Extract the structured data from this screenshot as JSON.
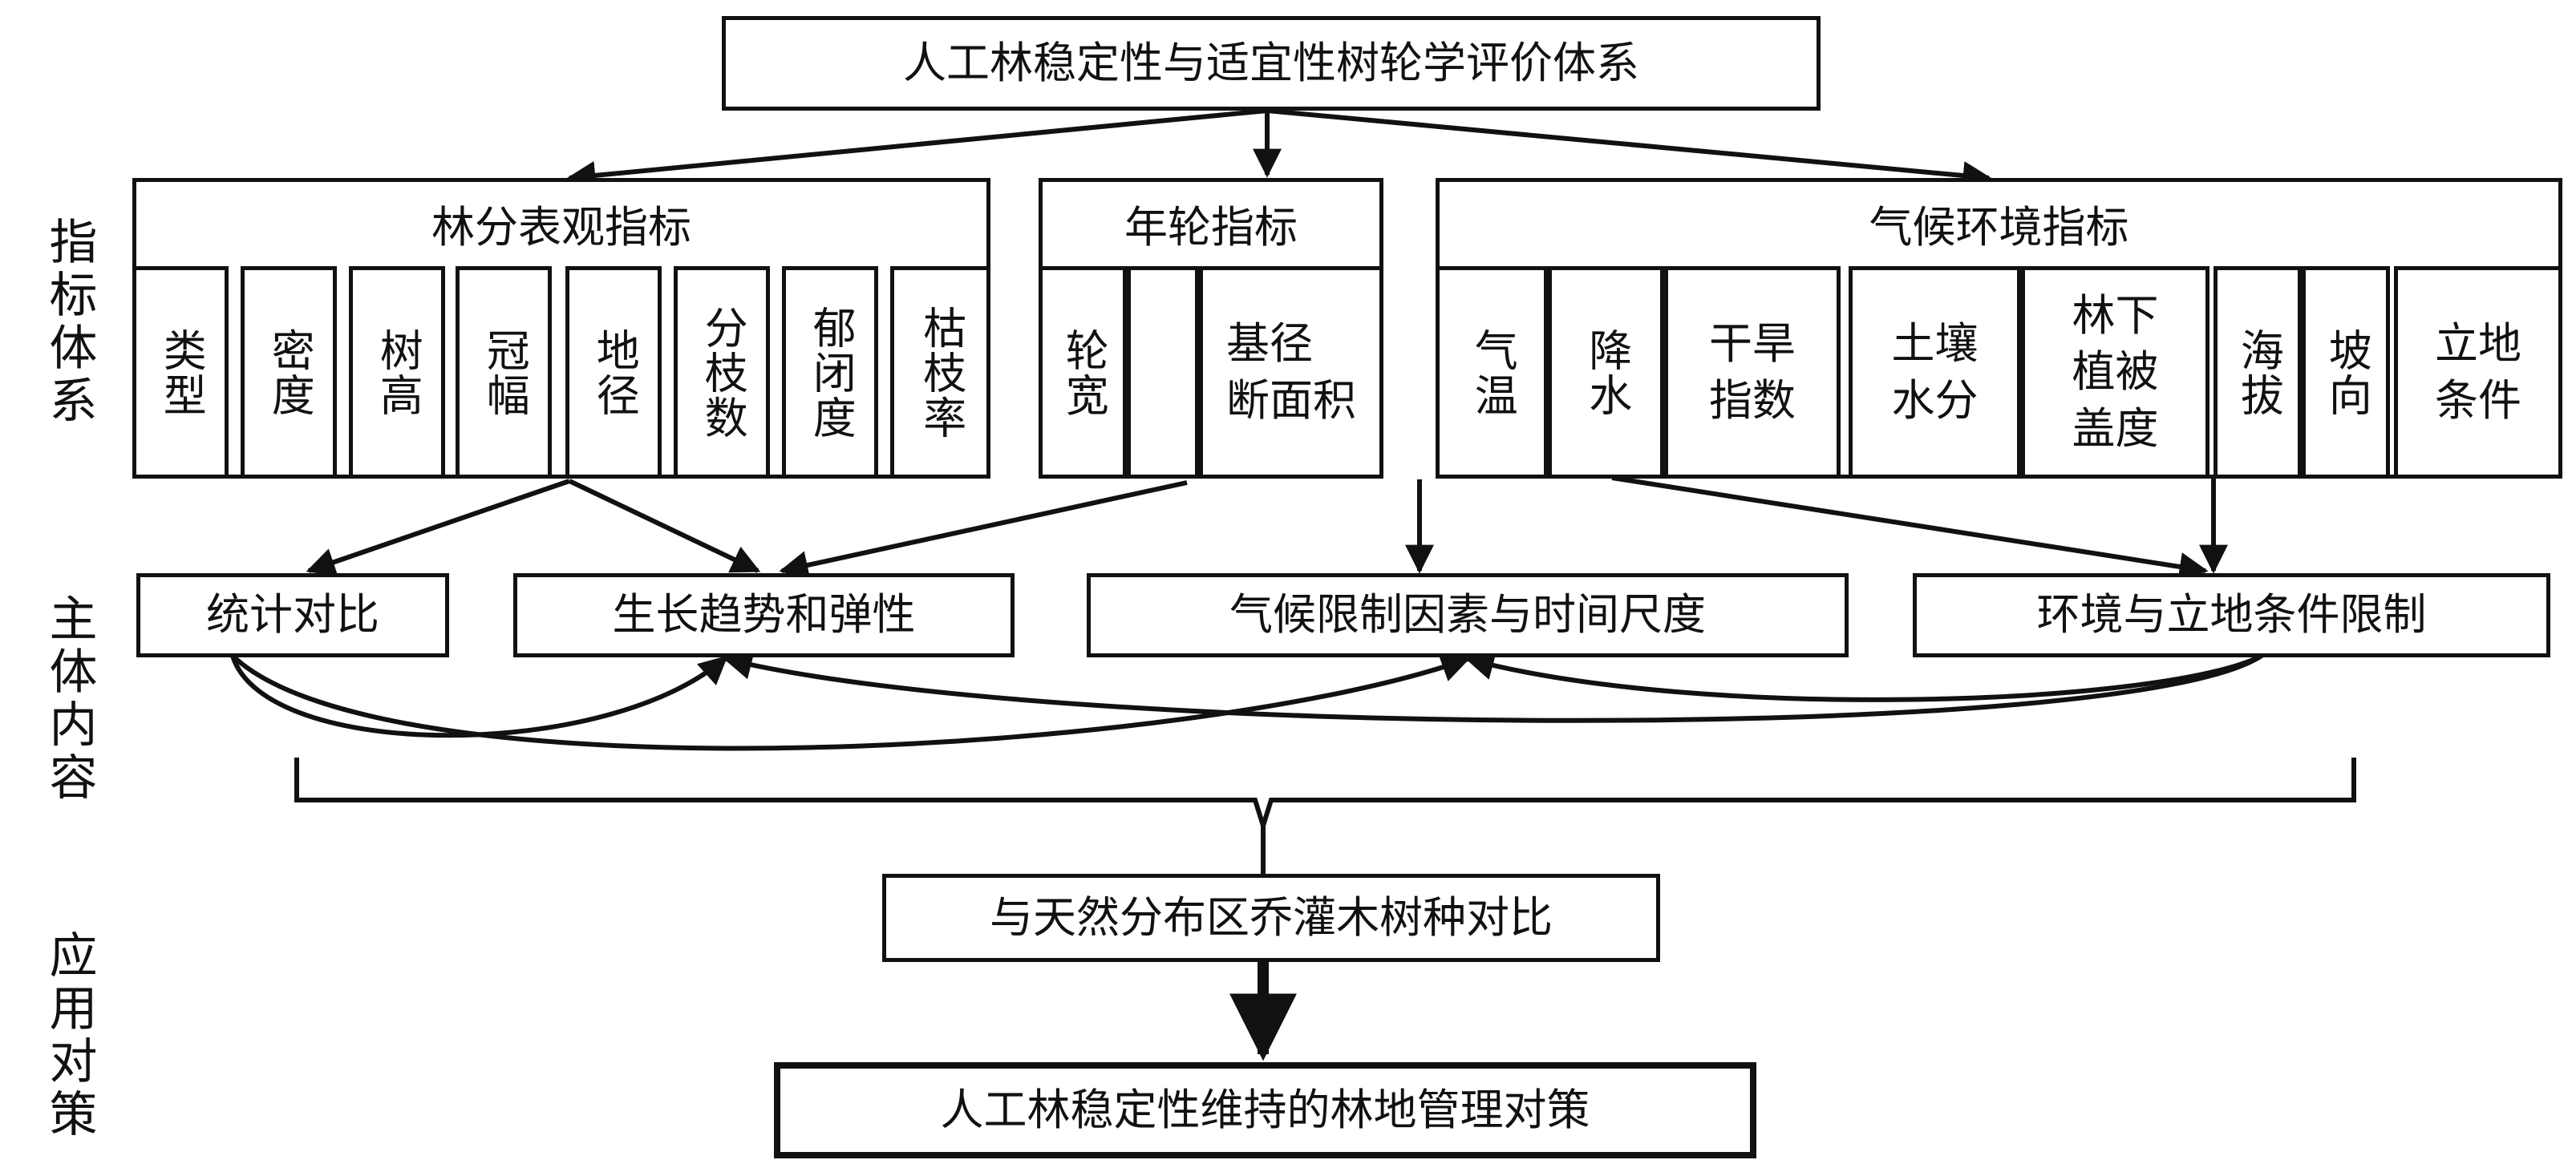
{
  "title": "人工林稳定性与适宜性树轮学评价体系",
  "side_labels": {
    "level1": "指标体系",
    "level2": "主体内容",
    "level3": "应用对策"
  },
  "indicators": {
    "stand": {
      "header": "林分表观指标",
      "items": [
        "类型",
        "密度",
        "树高",
        "冠幅",
        "地径",
        "分枝数",
        "郁闭度",
        "枯枝率"
      ]
    },
    "ring": {
      "header": "年轮指标",
      "items": [
        "轮宽",
        "",
        "基径\n断面积"
      ]
    },
    "climate": {
      "header": "气候环境指标",
      "items": [
        "气温",
        "降水",
        "干旱\n指数",
        "土壤\n水分",
        "林下\n植被\n盖度",
        "海拔",
        "坡向",
        "立地\n条件"
      ]
    }
  },
  "main_content": [
    "统计对比",
    "生长趋势和弹性",
    "气候限制因素与时间尺度",
    "环境与立地条件限制"
  ],
  "comparison": "与天然分布区乔灌木树种对比",
  "strategy": "人工林稳定性维持的林地管理对策"
}
